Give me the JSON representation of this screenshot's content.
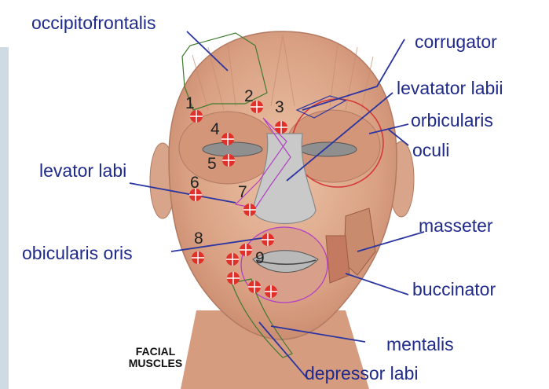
{
  "labels": {
    "occipitofrontalis": "occipitofrontalis",
    "corrugator": "corrugator",
    "levatator_labii": "levatator labii",
    "orbicularis": "orbicularis",
    "oculi": "oculi",
    "levator_labi": "levator labi",
    "masseter": "masseter",
    "obicularis_oris": "obicularis oris",
    "buccinator": "buccinator",
    "mentalis": "mentalis",
    "depressor_labi": "depressor labi"
  },
  "points": [
    "1",
    "2",
    "3",
    "4",
    "5",
    "6",
    "7",
    "8",
    "9"
  ],
  "caption": {
    "line1": "FACIAL",
    "line2": "MUSCLES"
  },
  "colors": {
    "label_text": "#1f2a8a",
    "leader_line": "#2b35a0",
    "marker": "#e0302a",
    "skin": "#e7b89b",
    "muscle": "#d79a82"
  }
}
